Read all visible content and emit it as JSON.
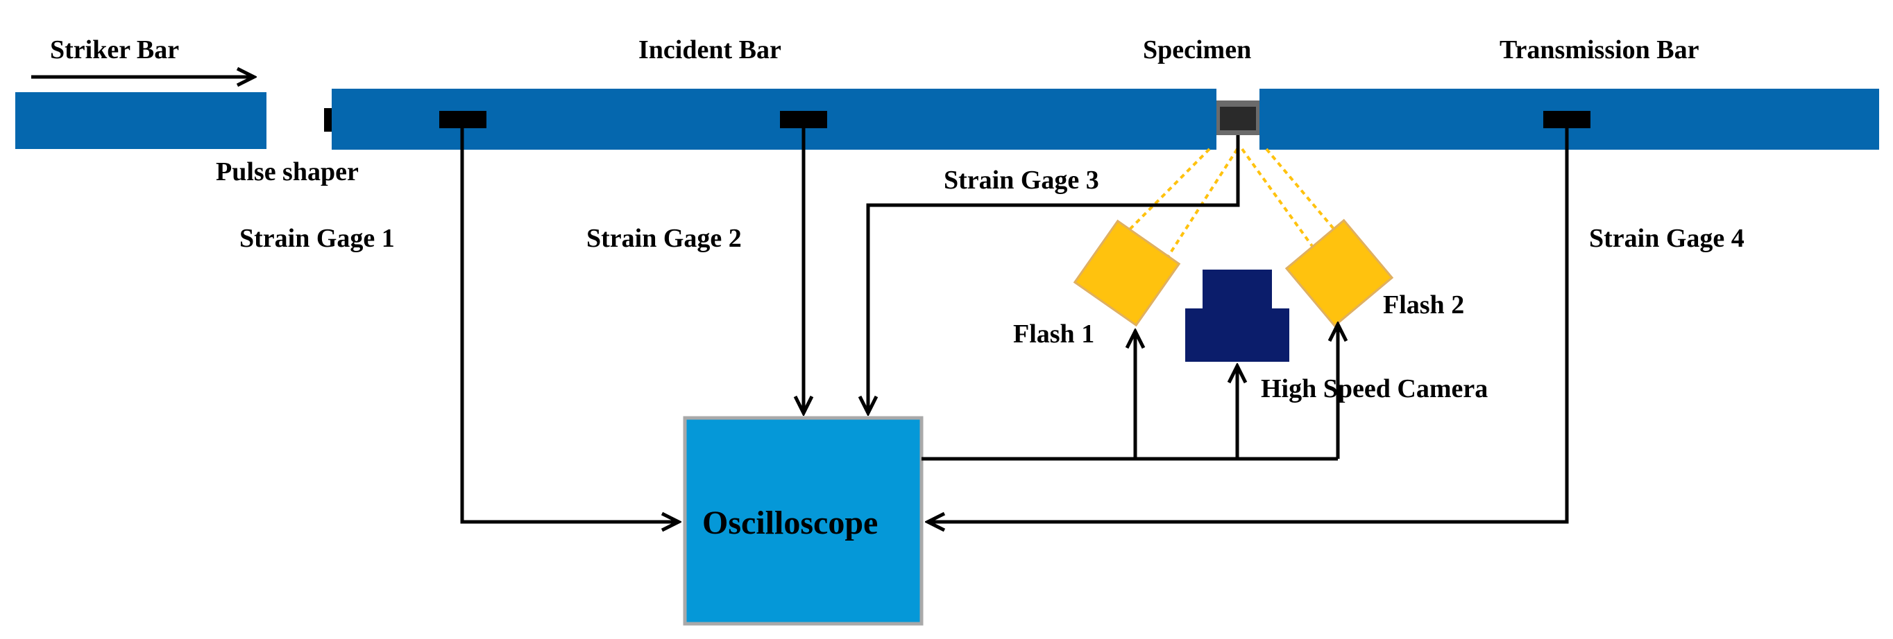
{
  "labels": {
    "striker_bar": "Striker Bar",
    "incident_bar": "Incident Bar",
    "specimen": "Specimen",
    "transmission_bar": "Transmission Bar",
    "pulse_shaper": "Pulse shaper",
    "strain_gage_1": "Strain Gage 1",
    "strain_gage_2": "Strain Gage 2",
    "strain_gage_3": "Strain Gage 3",
    "strain_gage_4": "Strain Gage 4",
    "flash_1": "Flash 1",
    "flash_2": "Flash 2",
    "high_speed_camera": "High Speed Camera",
    "oscilloscope": "Oscilloscope"
  },
  "colors": {
    "bar": "#0567AE",
    "oscilloscope_fill": "#0598D8",
    "oscilloscope_border": "#A9A9A9",
    "flash": "#FFC20E",
    "camera": "#0B1D6B",
    "gage": "#000000",
    "specimen": "#6B6B6B",
    "wire": "#000000"
  }
}
